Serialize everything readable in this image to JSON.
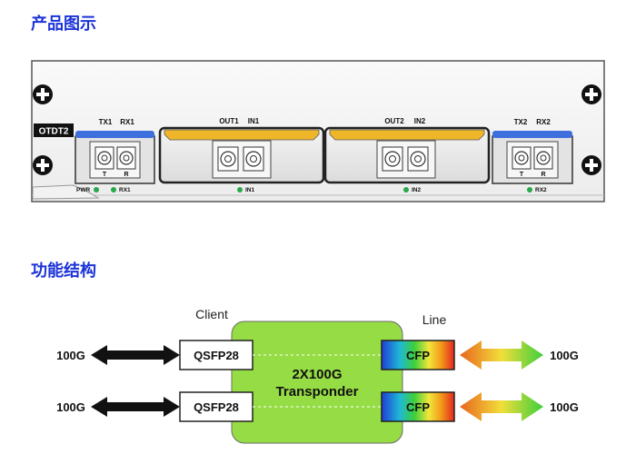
{
  "sections": {
    "product_image_title": "产品图示",
    "function_structure_title": "功能结构"
  },
  "panel": {
    "module_label": "OTDT2",
    "ports": {
      "tx1": "TX1",
      "rx1": "RX1",
      "out1": "OUT1",
      "in1": "IN1",
      "out2": "OUT2",
      "in2": "IN2",
      "tx2": "TX2",
      "rx2": "RX2"
    },
    "lc_letters": {
      "t": "T",
      "r": "R"
    },
    "leds": {
      "pwr": "PWR",
      "rx1": "RX1",
      "in1": "IN1",
      "in2": "IN2",
      "rx2": "RX2"
    },
    "colors": {
      "blue_latch": "#3f6fdc",
      "yellow_latch": "#f0b62a",
      "led_green": "#2aa84a"
    }
  },
  "diagram": {
    "client_label": "Client",
    "line_label": "Line",
    "center_line1": "2X100G",
    "center_line2": "Transponder",
    "rows": [
      {
        "left_rate": "100G",
        "client_module": "QSFP28",
        "line_module": "CFP",
        "right_rate": "100G"
      },
      {
        "left_rate": "100G",
        "client_module": "QSFP28",
        "line_module": "CFP",
        "right_rate": "100G"
      }
    ],
    "colors": {
      "center_box": "#96dc45",
      "gradient": [
        "#1f3fd6",
        "#1fb8d6",
        "#3ccf3c",
        "#f2e63a",
        "#f29a1a",
        "#e5261f"
      ]
    }
  }
}
